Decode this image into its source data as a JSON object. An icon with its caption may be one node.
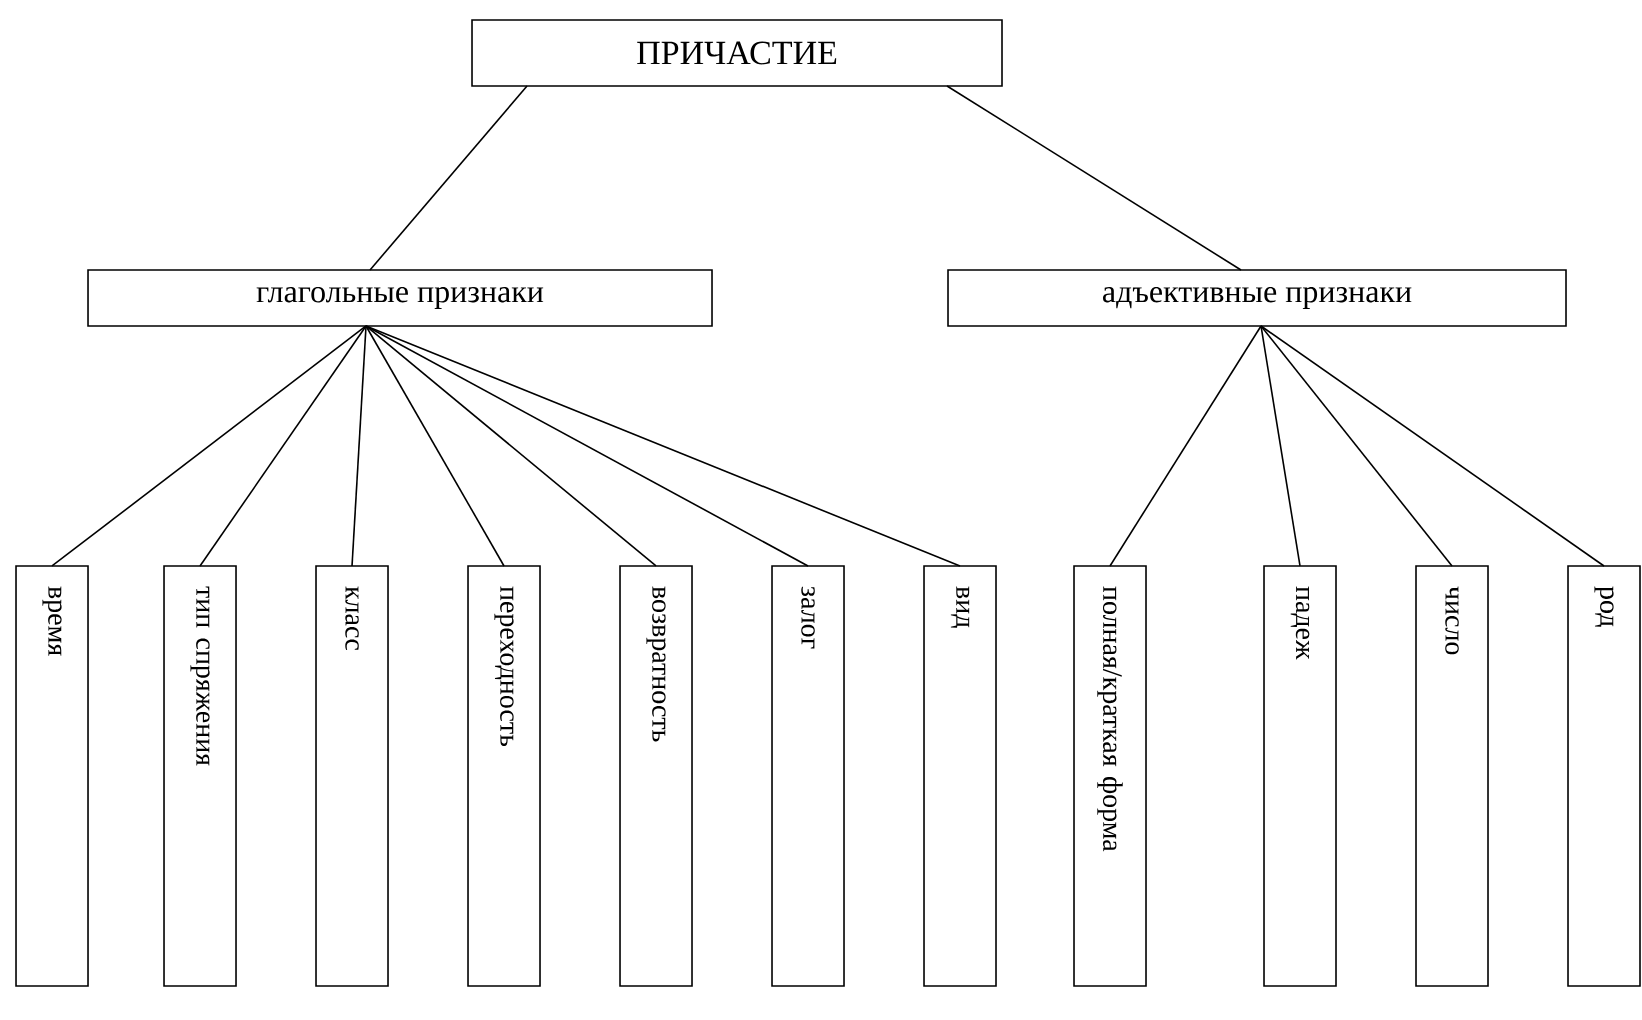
{
  "diagram": {
    "nodes": [
      {
        "text": [
          "ПРИЧАСТИЕ"
        ]
      },
      {
        "text": [
          "глагольные признаки"
        ]
      },
      {
        "text": [
          "адъективные признаки"
        ]
      },
      {
        "text": [
          "время"
        ]
      },
      {
        "text": [
          "тип спряжения"
        ]
      },
      {
        "text": [
          "класс"
        ]
      },
      {
        "text": [
          "переходность"
        ]
      },
      {
        "text": [
          "возвратность"
        ]
      },
      {
        "text": [
          "залог"
        ]
      },
      {
        "text": [
          "вид"
        ]
      },
      {
        "text": [
          "полная/краткая форма"
        ]
      },
      {
        "text": [
          "падеж"
        ]
      },
      {
        "text": [
          "число"
        ]
      },
      {
        "text": [
          "род"
        ]
      }
    ],
    "edges": [
      {
        "from": 0,
        "to": 1,
        "arrow": "none"
      },
      {
        "from": 0,
        "to": 2,
        "arrow": "none"
      },
      {
        "from": 1,
        "to": 3,
        "arrow": "none"
      },
      {
        "from": 1,
        "to": 4,
        "arrow": "none"
      },
      {
        "from": 1,
        "to": 5,
        "arrow": "none"
      },
      {
        "from": 1,
        "to": 6,
        "arrow": "none"
      },
      {
        "from": 1,
        "to": 7,
        "arrow": "none"
      },
      {
        "from": 1,
        "to": 8,
        "arrow": "none"
      },
      {
        "from": 1,
        "to": 9,
        "arrow": "none"
      },
      {
        "from": 2,
        "to": 10,
        "arrow": "none"
      },
      {
        "from": 2,
        "to": 11,
        "arrow": "none"
      },
      {
        "from": 2,
        "to": 12,
        "arrow": "none"
      },
      {
        "from": 2,
        "to": 13,
        "arrow": "none"
      }
    ]
  }
}
